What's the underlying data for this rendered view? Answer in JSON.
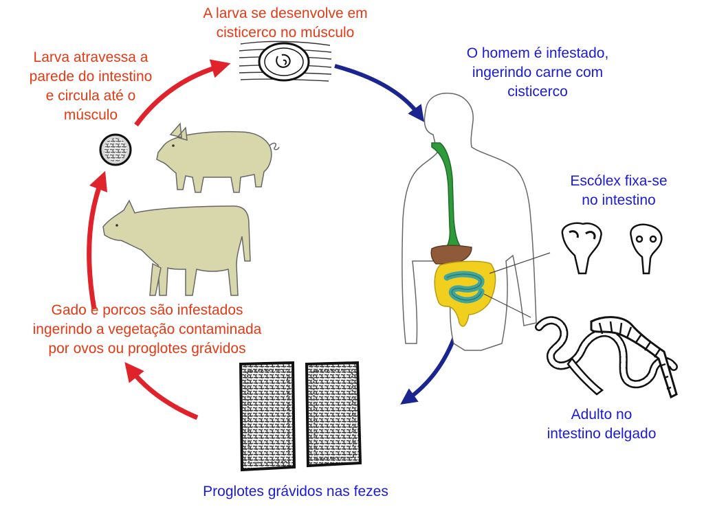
{
  "colors": {
    "host_arrows": "#e0222a",
    "human_arrows": "#1a2590",
    "host_text": "#e33a15",
    "human_text": "#1a1ad6",
    "digestive_tract": "#2e9a3a",
    "intestine_large": "#f0cf1e",
    "intestine_small": "#43a59a",
    "liver": "#8f5a3a",
    "animal_fill": "#d8d7ac"
  },
  "labels": {
    "cyst_in_muscle": [
      "A larva se desenvolve em",
      "cisticerco no músculo"
    ],
    "larva_crosses": [
      "Larva atravessa a",
      "parede do intestino",
      "e circula até o",
      "músculo"
    ],
    "man_infested": [
      "O homem é infestado,",
      "ingerindo carne com",
      "cisticerco"
    ],
    "scolex": [
      "Escólex fixa-se",
      "no intestino"
    ],
    "adult": [
      "Adulto no",
      "intestino delgado"
    ],
    "proglottids": "Proglotes grávidos nas fezes",
    "cattle_pigs": [
      "Gado e porcos são infestados",
      "ingerindo a vegetação contaminada",
      "por ovos ou proglotes grávidos"
    ]
  },
  "illustrations": [
    "cysticercus-in-muscle",
    "larva-oncosphere",
    "pig",
    "cow",
    "human-digestive-system",
    "scolex",
    "adult-tapeworm",
    "gravid-proglottids"
  ]
}
